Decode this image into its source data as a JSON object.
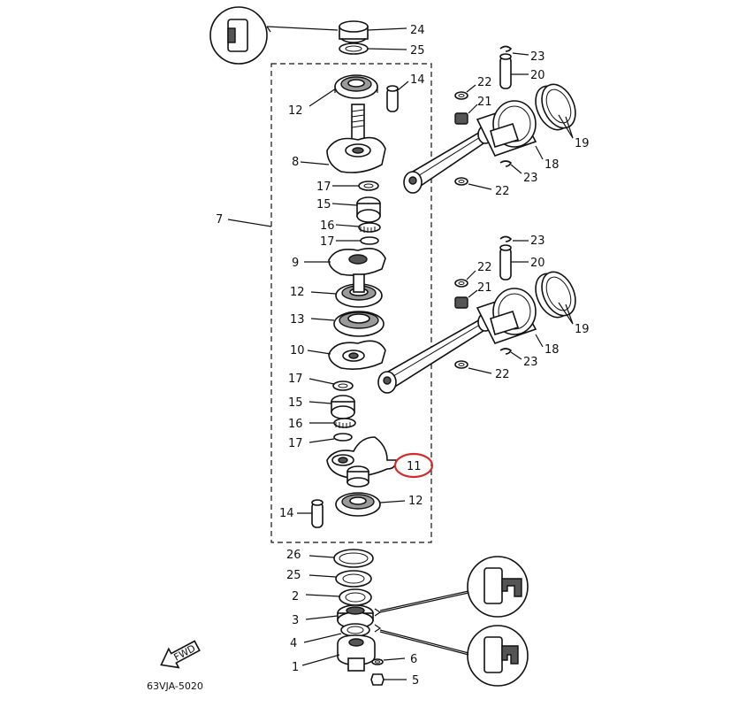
{
  "diagram": {
    "drawing_code": "63VJA-5020",
    "fwd_label": "FWD",
    "highlight_label": "11",
    "labels": {
      "l24": "24",
      "l25a": "25",
      "l23a": "23",
      "l20a": "20",
      "l22a": "22",
      "l21a": "21",
      "l19a": "19",
      "l18a": "18",
      "l23b": "23",
      "l22b": "22",
      "l14a": "14",
      "l12a": "12",
      "l8": "8",
      "l17a": "17",
      "l15a": "15",
      "l16a": "16",
      "l17b": "17",
      "l7": "7",
      "l9": "9",
      "l12b": "12",
      "l13": "13",
      "l10": "10",
      "l17c": "17",
      "l15b": "15",
      "l16b": "16",
      "l17d": "17",
      "l23c": "23",
      "l20b": "20",
      "l22c": "22",
      "l21b": "21",
      "l19b": "19",
      "l18b": "18",
      "l23d": "23",
      "l22d": "22",
      "l14b": "14",
      "l12c": "12",
      "l26": "26",
      "l25b": "25",
      "l2": "2",
      "l3": "3",
      "l4": "4",
      "l1": "1",
      "l6": "6",
      "l5": "5"
    },
    "highlight_color": "#d62b2b"
  }
}
